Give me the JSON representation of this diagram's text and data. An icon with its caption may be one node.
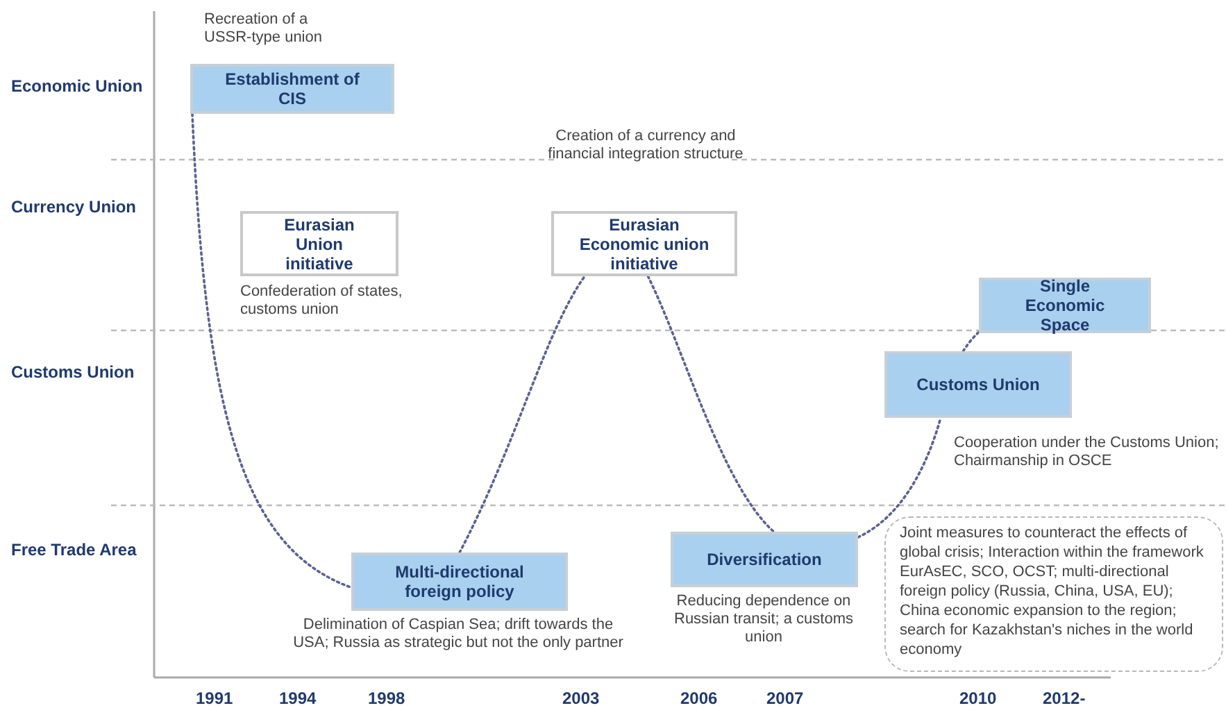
{
  "diagram": {
    "nodes": [
      {
        "text": [
          "Establishment of CIS"
        ],
        "beside": [
          "Recreation of a USSR-type union"
        ]
      },
      {
        "text": [
          "Eurasian Union initiative"
        ],
        "beside": [
          "Confederation of states, customs union"
        ]
      },
      {
        "text": [
          "Eurasian Economic union initiative"
        ],
        "beside": [
          "Creation of a currency and financial integration structure"
        ]
      },
      {
        "text": [
          "Single Economic Space"
        ]
      },
      {
        "text": [
          "Customs Union"
        ],
        "beside": [
          "Cooperation under the Customs Union; Chairmanship in OSCE"
        ]
      },
      {
        "text": [
          "Multi-directional foreign policy"
        ],
        "beside": [
          "Delimination of Caspian Sea; drift towards the USA; Russia as strategic but not the only partner"
        ]
      },
      {
        "text": [
          "Diversification"
        ],
        "beside": [
          "Reducing dependence on Russian transit; a customs union"
        ]
      },
      {
        "text": [
          "Joint measures to counteract the effects of global crisis; Interaction within the framework EurAsEC, SCO, OCST; multi-directional foreign policy (Russia, China, USA, EU); China economic expansion to the region; search for Kazakhstan's niches in the world economy"
        ]
      }
    ],
    "edges": [
      {
        "from": 0,
        "to": 5,
        "arrow": "none",
        "style": "dashed"
      },
      {
        "from": 5,
        "to": 2,
        "arrow": "none",
        "style": "dashed"
      },
      {
        "from": 2,
        "to": 6,
        "arrow": "none",
        "style": "dashed"
      },
      {
        "from": 6,
        "to": 4,
        "arrow": "none",
        "style": "dashed"
      },
      {
        "from": 4,
        "to": 3,
        "arrow": "none",
        "style": "dashed"
      }
    ],
    "labels": [
      "Economic Union",
      "Currency Union",
      "Customs Union",
      "Free Trade Area",
      "1991",
      "1994",
      "1998",
      "2003",
      "2006",
      "2007",
      "2010",
      "2012-"
    ]
  }
}
